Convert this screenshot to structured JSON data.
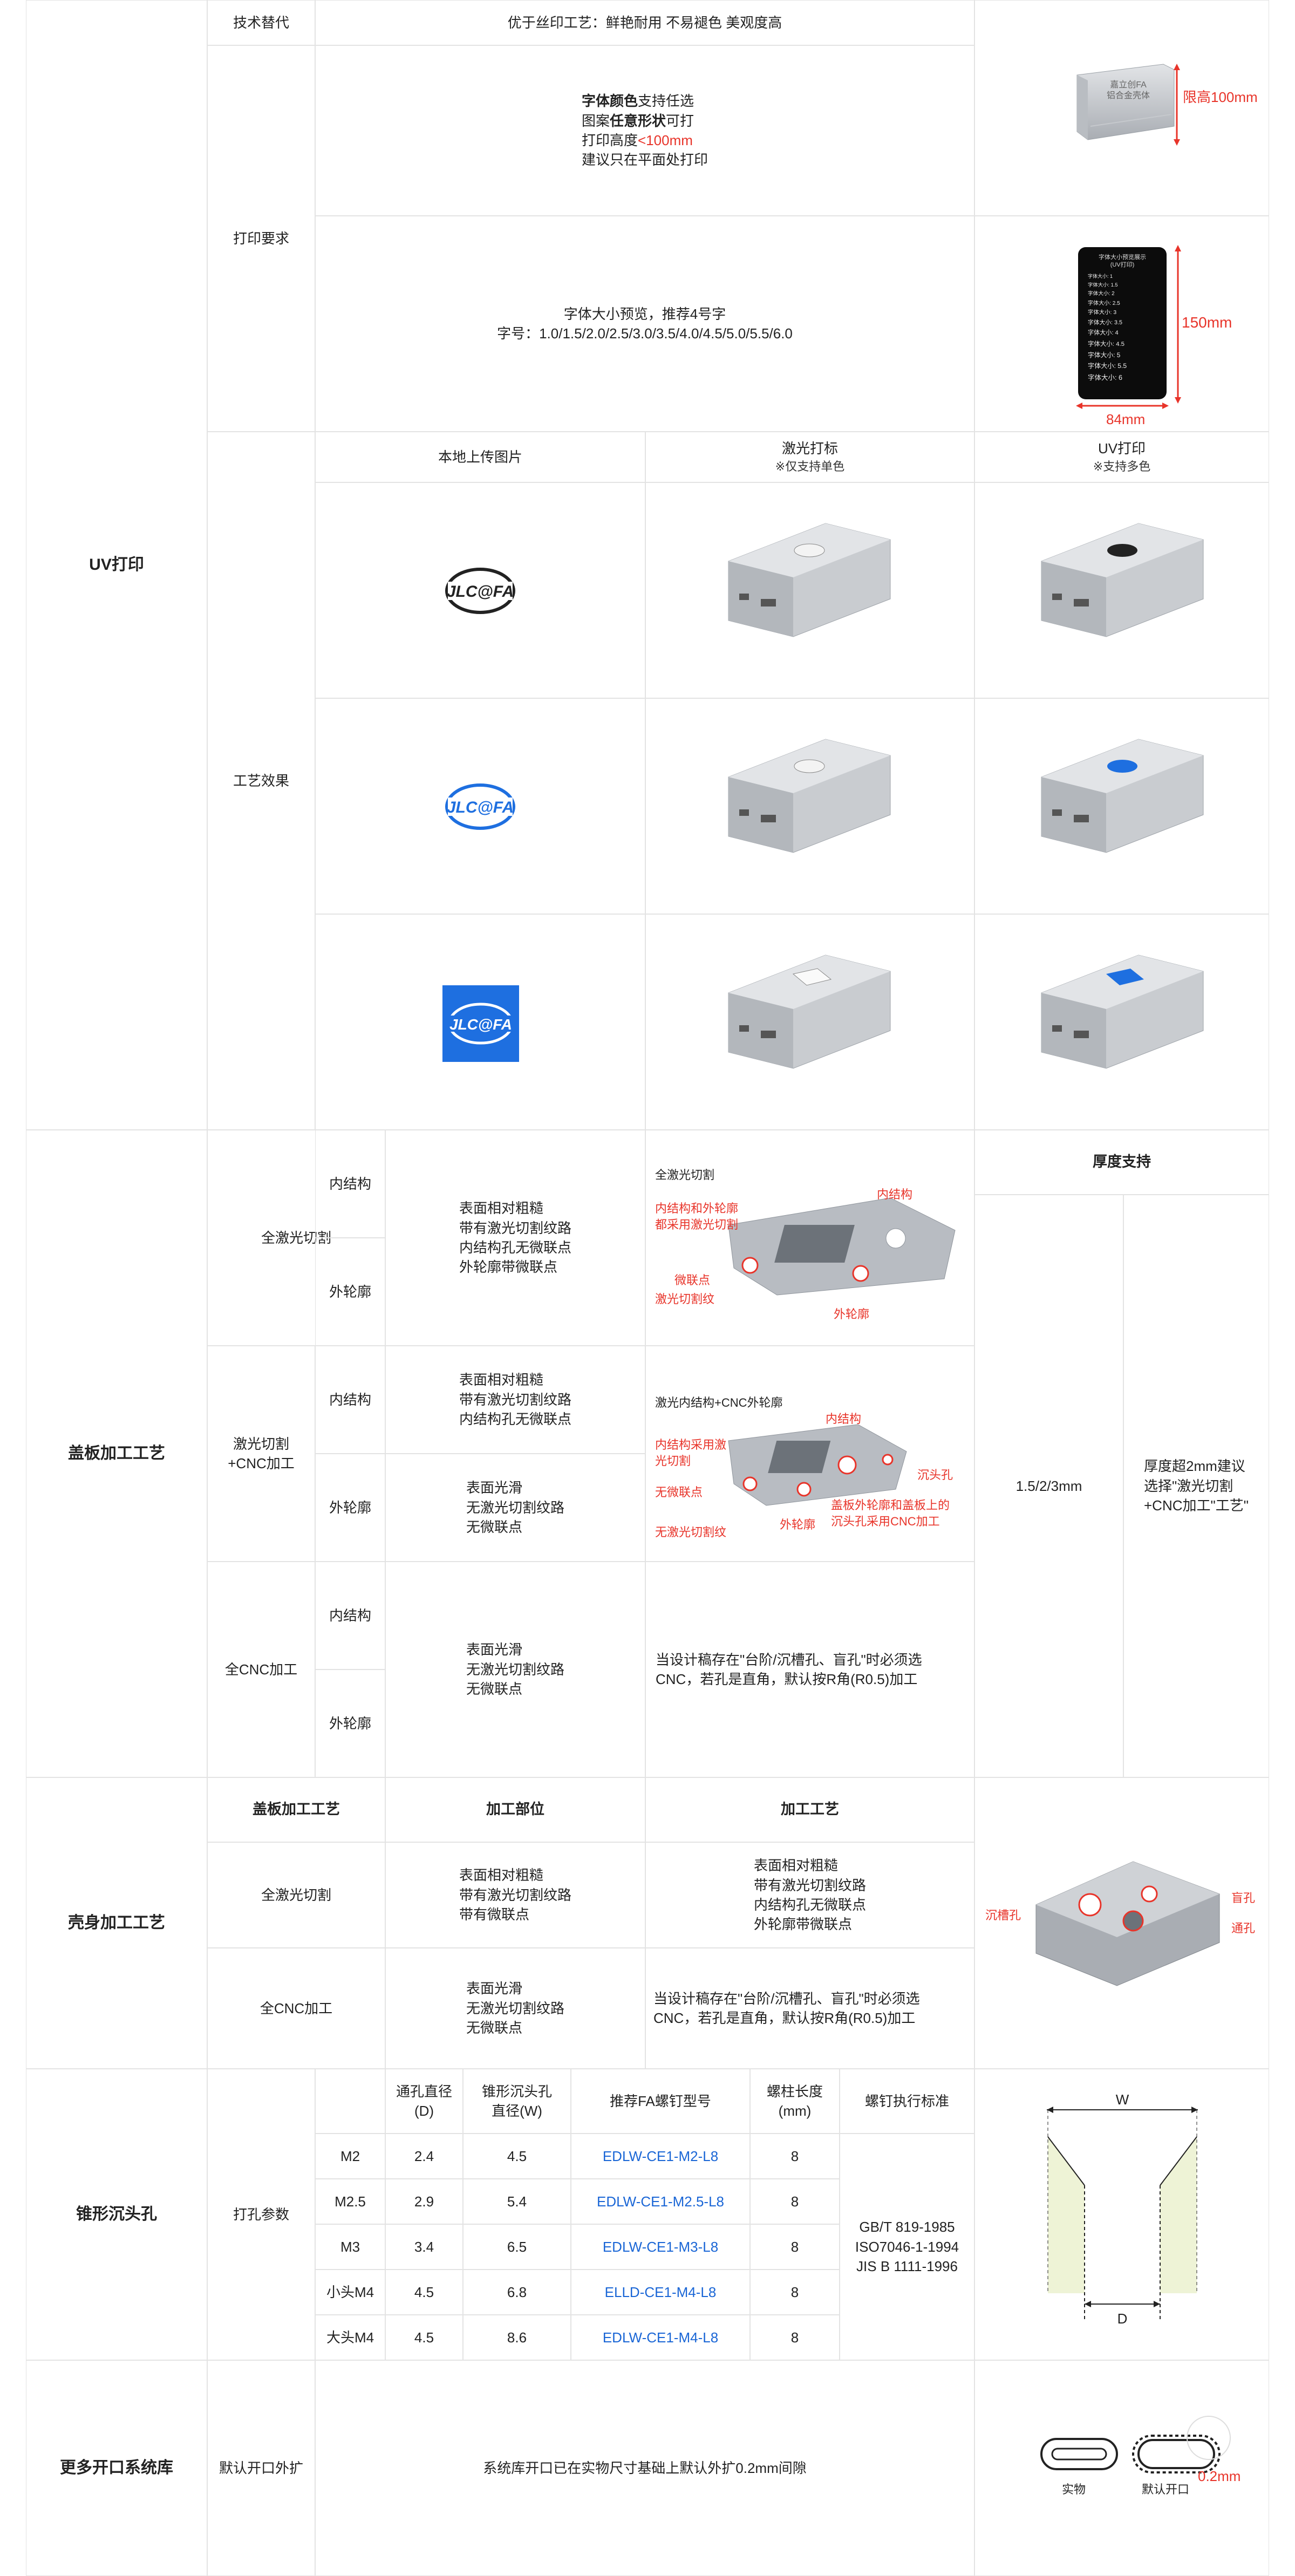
{
  "uv": {
    "section": "UV打印",
    "tech_label": "技术替代",
    "tech_desc": "优于丝印工艺：鲜艳耐用 不易褪色 美观度高",
    "print_label": "打印要求",
    "req": {
      "line1_bold": "字体颜色",
      "line1_rest": "支持任选",
      "line2_pre": "图案",
      "line2_bold": "任意形状",
      "line2_post": "可打",
      "line3_pre": "打印高度",
      "line3_red": "<100mm",
      "line4": "建议只在平面处打印"
    },
    "limit_label": "限高100mm",
    "case_print": [
      "嘉立创FA",
      "铝合金壳体"
    ],
    "font_preview_1": "字体大小预览，推荐4号字",
    "font_preview_2": "字号：1.0/1.5/2.0/2.5/3.0/3.5/4.0/4.5/5.0/5.5/6.0",
    "card_title": [
      "字体大小预览展示",
      "(UV打印)"
    ],
    "card_lines": [
      "字体大小: 1",
      "字体大小: 1.5",
      "字体大小: 2",
      "字体大小: 2.5",
      "字体大小: 3",
      "字体大小: 3.5",
      "字体大小: 4",
      "字体大小: 4.5",
      "字体大小: 5",
      "字体大小: 5.5",
      "字体大小: 6"
    ],
    "dim_h": "150mm",
    "dim_w": "84mm",
    "effect_label": "工艺效果",
    "col_local": "本地上传图片",
    "col_laser": "激光打标",
    "col_laser_note": "※仅支持单色",
    "col_uv": "UV打印",
    "col_uv_note": "※支持多色",
    "logo_text": "JLC@FA"
  },
  "cover": {
    "section": "盖板加工工艺",
    "thickness_label": "厚度支持",
    "thickness_value": "1.5/2/3mm",
    "thickness_note": [
      "厚度超2mm建议",
      "选择\"激光切割",
      "+CNC加工\"工艺\""
    ],
    "rows": [
      {
        "method": "全激光切割",
        "sub1": "内结构",
        "sub2": "外轮廓",
        "desc": [
          "表面相对粗糙",
          "带有激光切割纹路",
          "内结构孔无微联点",
          "外轮廓带微联点"
        ],
        "diagram_title": "全激光切割",
        "ann": [
          "内结构",
          "内结构和外轮廓",
          "都采用激光切割",
          "微联点",
          "激光切割纹",
          "外轮廓"
        ]
      },
      {
        "method": "激光切割",
        "method2": "+CNC加工",
        "sub1": "内结构",
        "sub2": "外轮廓",
        "desc1": [
          "表面相对粗糙",
          "带有激光切割纹路",
          "内结构孔无微联点"
        ],
        "desc2": [
          "表面光滑",
          "无激光切割纹路",
          "无微联点"
        ],
        "diagram_title": "激光内结构+CNC外轮廓",
        "ann": [
          "内结构",
          "内结构采用激",
          "光切割",
          "无微联点",
          "无激光切割纹",
          "外轮廓",
          "沉头孔",
          "盖板外轮廓和盖板上的",
          "沉头孔采用CNC加工"
        ]
      },
      {
        "method": "全CNC加工",
        "sub1": "内结构",
        "sub2": "外轮廓",
        "desc": [
          "表面光滑",
          "无激光切割纹路",
          "无微联点"
        ],
        "note": [
          "当设计稿存在\"台阶/沉槽孔、盲孔\"时必须选",
          "CNC，若孔是直角，默认按R角(R0.5)加工"
        ]
      }
    ]
  },
  "shell": {
    "section": "壳身加工工艺",
    "h1": "盖板加工工艺",
    "h2": "加工部位",
    "h3": "加工工艺",
    "r1_method": "全激光切割",
    "r1_part": [
      "表面相对粗糙",
      "带有激光切割纹路",
      "带有微联点"
    ],
    "r1_process": [
      "表面相对粗糙",
      "带有激光切割纹路",
      "内结构孔无微联点",
      "外轮廓带微联点"
    ],
    "r2_method": "全CNC加工",
    "r2_part": [
      "表面光滑",
      "无激光切割纹路",
      "无微联点"
    ],
    "r2_process": [
      "当设计稿存在\"台阶/沉槽孔、盲孔\"时必须选",
      "CNC，若孔是直角，默认按R角(R0.5)加工"
    ],
    "ann": [
      "沉槽孔",
      "盲孔",
      "通孔"
    ]
  },
  "countersink": {
    "section": "锥形沉头孔",
    "label": "打孔参数",
    "headers": [
      "通孔直径\n(D)",
      "锥形沉头孔\n直径(W)",
      "推荐FA螺钉型号",
      "螺柱长度\n(mm)",
      "螺钉执行标准"
    ],
    "rows": [
      {
        "size": "M2",
        "d": "2.4",
        "w": "4.5",
        "model": "EDLW-CE1-M2-L8",
        "len": "8"
      },
      {
        "size": "M2.5",
        "d": "2.9",
        "w": "5.4",
        "model": "EDLW-CE1-M2.5-L8",
        "len": "8"
      },
      {
        "size": "M3",
        "d": "3.4",
        "w": "6.5",
        "model": "EDLW-CE1-M3-L8",
        "len": "8"
      },
      {
        "size": "小头M4",
        "d": "4.5",
        "w": "6.8",
        "model": "ELLD-CE1-M4-L8",
        "len": "8"
      },
      {
        "size": "大头M4",
        "d": "4.5",
        "w": "8.6",
        "model": "EDLW-CE1-M4-L8",
        "len": "8"
      }
    ],
    "standard": [
      "GB/T 819-1985",
      "ISO7046-1-1994",
      "JIS B 1111-1996"
    ],
    "dim_w": "W",
    "dim_d": "D"
  },
  "library": {
    "section": "更多开口系统库",
    "label": "默认开口外扩",
    "desc": "系统库开口已在实物尺寸基础上默认外扩0.2mm间隙",
    "real": "实物",
    "default": "默认开口",
    "gap": "0.2mm"
  },
  "colors": {
    "accent_red": "#e8342a",
    "link_blue": "#1a66d6",
    "logo_blue": "#1e6fe0",
    "grid": "#e3e3e3"
  }
}
